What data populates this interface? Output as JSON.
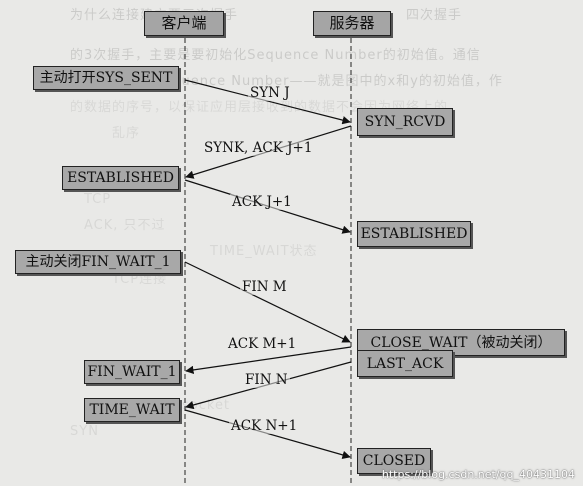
{
  "headers": {
    "client": "客户端",
    "server": "服务器"
  },
  "client_states": {
    "syn_sent": "主动打开SYS_SENT",
    "established": "ESTABLISHED",
    "fin_wait_1_active": "主动关闭FIN_WAIT_1",
    "fin_wait_1": "FIN_WAIT_1",
    "time_wait": "TIME_WAIT"
  },
  "server_states": {
    "syn_rcvd": "SYN_RCVD",
    "established": "ESTABLISHED",
    "close_wait": "CLOSE_WAIT（被动关闭）",
    "last_ack": "LAST_ACK",
    "closed": "CLOSED"
  },
  "messages": {
    "syn": "SYN J",
    "synk_ack": "SYNK, ACK J+1",
    "ack_j1": "ACK J+1",
    "fin_m": "FIN M",
    "ack_m1": "ACK M+1",
    "fin_n": "FIN N",
    "ack_n1": "ACK N+1"
  },
  "watermark": "https://blog.csdn.net/qq_40431104"
}
